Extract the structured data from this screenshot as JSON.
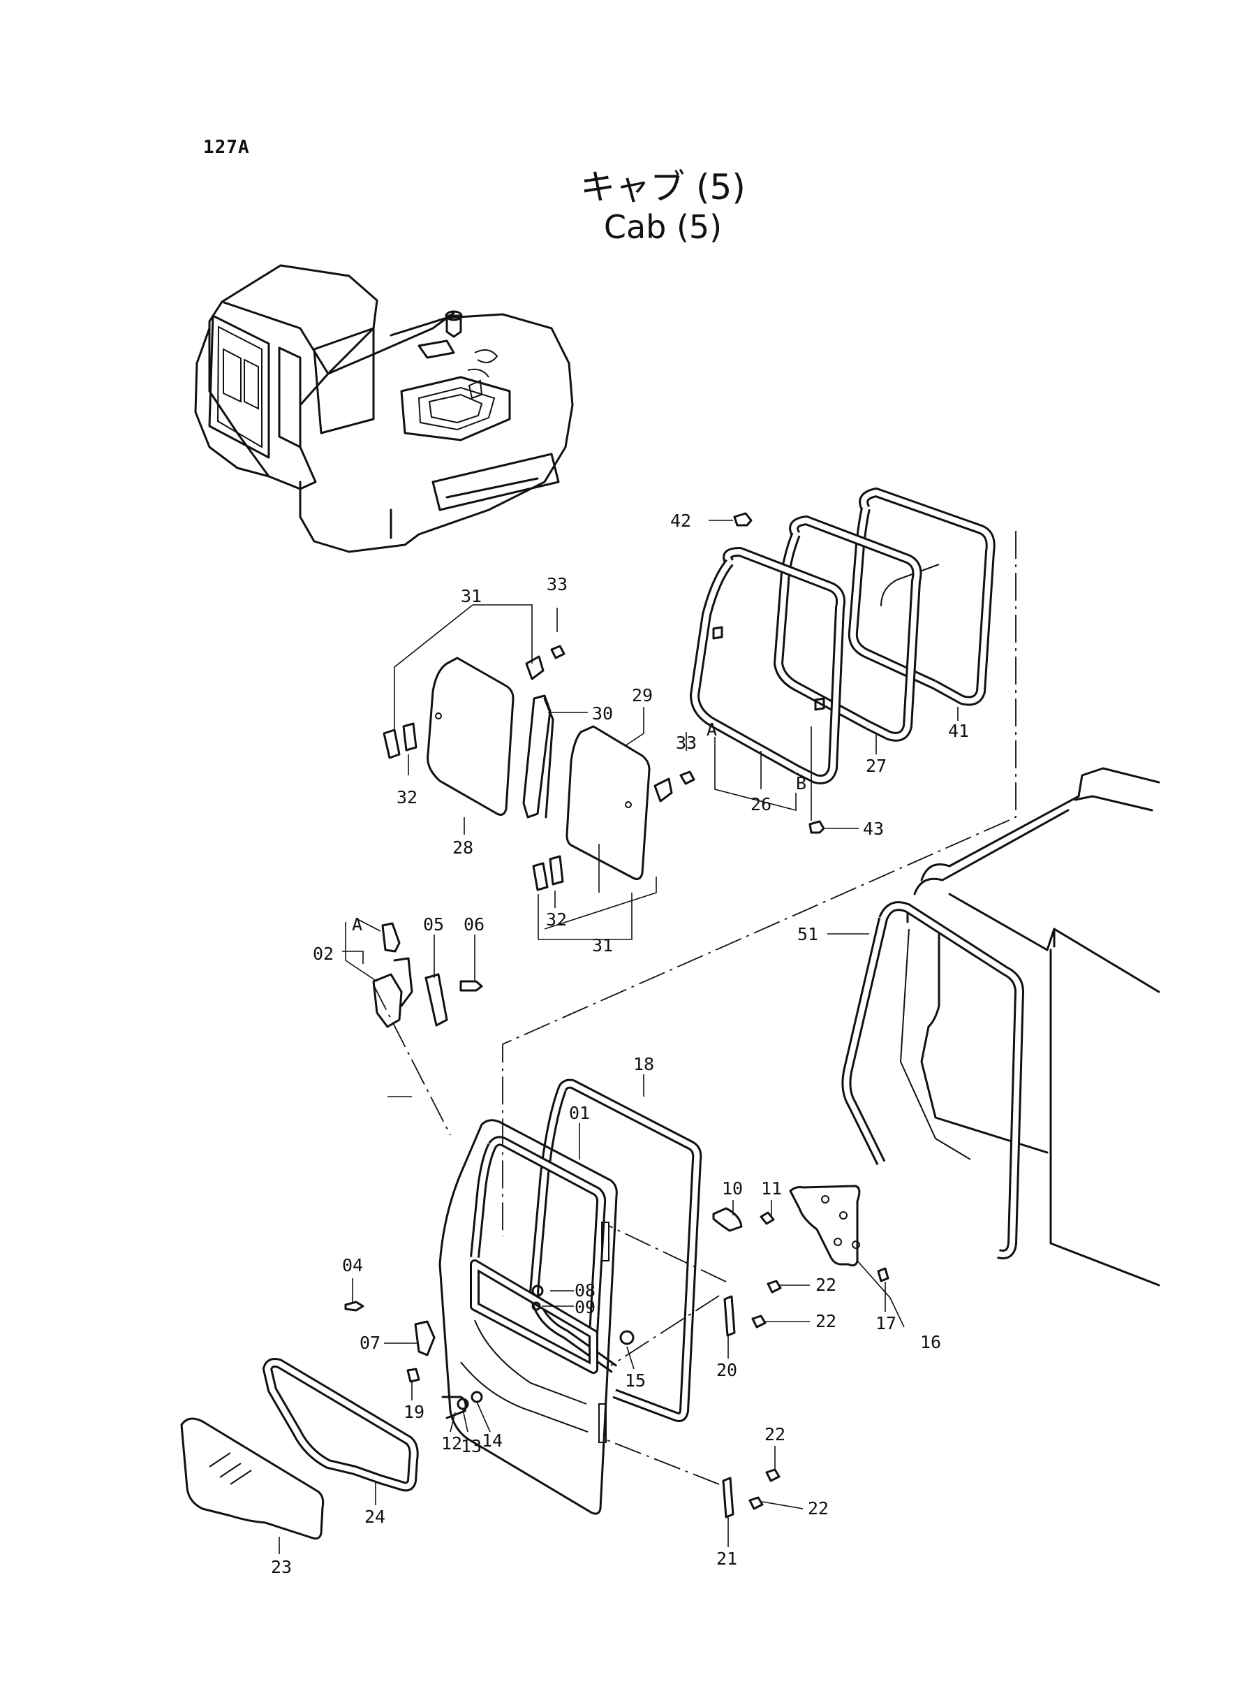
{
  "page": {
    "id": "127A",
    "title_jp": "キャブ (5)",
    "title_en": "Cab (5)"
  },
  "callouts": {
    "c42": "42",
    "c33a": "33",
    "c31a": "31",
    "c30": "30",
    "c29": "29",
    "cA1": "A",
    "cB1": "B",
    "c26": "26",
    "c27": "27",
    "c41": "41",
    "c43": "43",
    "c32a": "32",
    "c28": "28",
    "c33b": "33",
    "c32b": "32",
    "c31b": "31",
    "cA2": "A",
    "c02": "02",
    "c05": "05",
    "c06": "06",
    "c51": "51",
    "c18": "18",
    "c01": "01",
    "c10": "10",
    "c11": "11",
    "c04": "04",
    "c08": "08",
    "c09": "09",
    "c22a": "22",
    "c22b": "22",
    "c07": "07",
    "c15": "15",
    "c20": "20",
    "c17": "17",
    "c16": "16",
    "c19": "19",
    "c12": "12",
    "c13": "13",
    "c14": "14",
    "c22c": "22",
    "c22d": "22",
    "c24": "24",
    "c23": "23",
    "c21": "21"
  }
}
